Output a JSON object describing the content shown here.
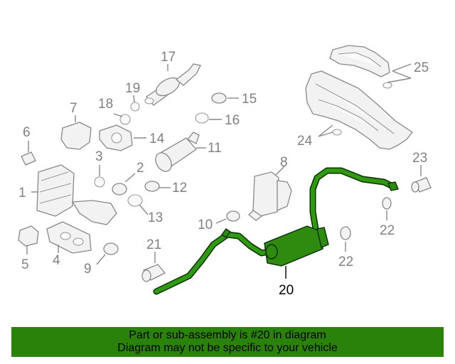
{
  "diagram": {
    "highlight_color": "#2a820a",
    "labels": {
      "p1": "1",
      "p2": "2",
      "p3": "3",
      "p4": "4",
      "p5": "5",
      "p6": "6",
      "p7": "7",
      "p8": "8",
      "p9": "9",
      "p10": "10",
      "p11": "11",
      "p12": "12",
      "p13": "13",
      "p14": "14",
      "p15": "15",
      "p16": "16",
      "p17": "17",
      "p18": "18",
      "p19": "19",
      "p20": "20",
      "p21": "21",
      "p22a": "22",
      "p22b": "22",
      "p23": "23",
      "p24": "24",
      "p25": "25"
    }
  },
  "banner": {
    "line1": "Part or sub-assembly is #20 in diagram",
    "line2": "Diagram may not be specific to your vehicle"
  }
}
